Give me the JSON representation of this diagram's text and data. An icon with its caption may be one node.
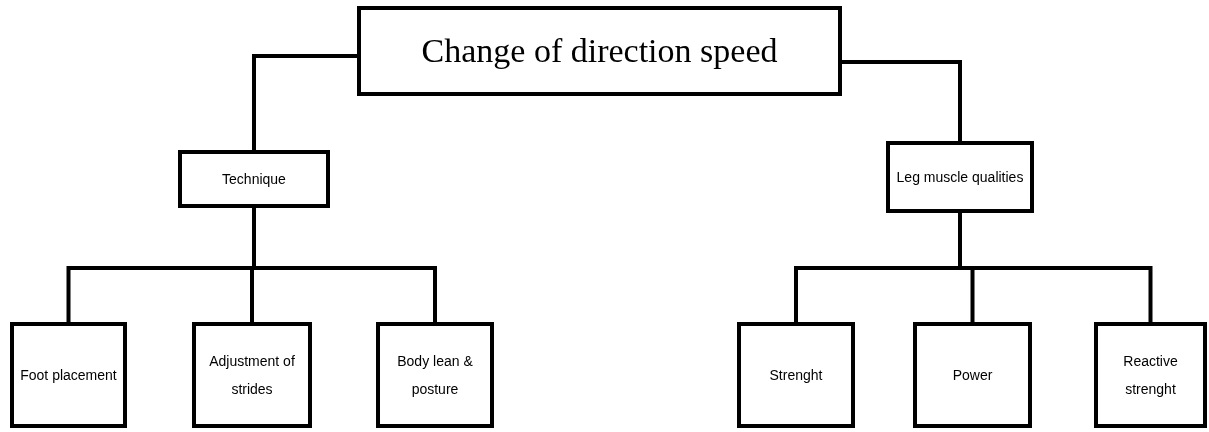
{
  "diagram": {
    "nodes": [
      {
        "text": [
          "Change of direction speed"
        ]
      },
      {
        "text": [
          "Technique"
        ]
      },
      {
        "text": [
          "Leg muscle qualities"
        ]
      },
      {
        "text": [
          "Foot placement"
        ]
      },
      {
        "text": [
          "Adjustment of strides"
        ]
      },
      {
        "text": [
          "Body lean & posture"
        ]
      },
      {
        "text": [
          "Strenght"
        ]
      },
      {
        "text": [
          "Power"
        ]
      },
      {
        "text": [
          "Reactive strenght"
        ]
      }
    ],
    "edges": [
      {
        "from": 0,
        "to": 1,
        "arrow": "none"
      },
      {
        "from": 0,
        "to": 2,
        "arrow": "none"
      },
      {
        "from": 1,
        "to": 3,
        "arrow": "none"
      },
      {
        "from": 1,
        "to": 4,
        "arrow": "none"
      },
      {
        "from": 1,
        "to": 5,
        "arrow": "none"
      },
      {
        "from": 2,
        "to": 6,
        "arrow": "none"
      },
      {
        "from": 2,
        "to": 7,
        "arrow": "none"
      },
      {
        "from": 2,
        "to": 8,
        "arrow": "none"
      }
    ]
  }
}
